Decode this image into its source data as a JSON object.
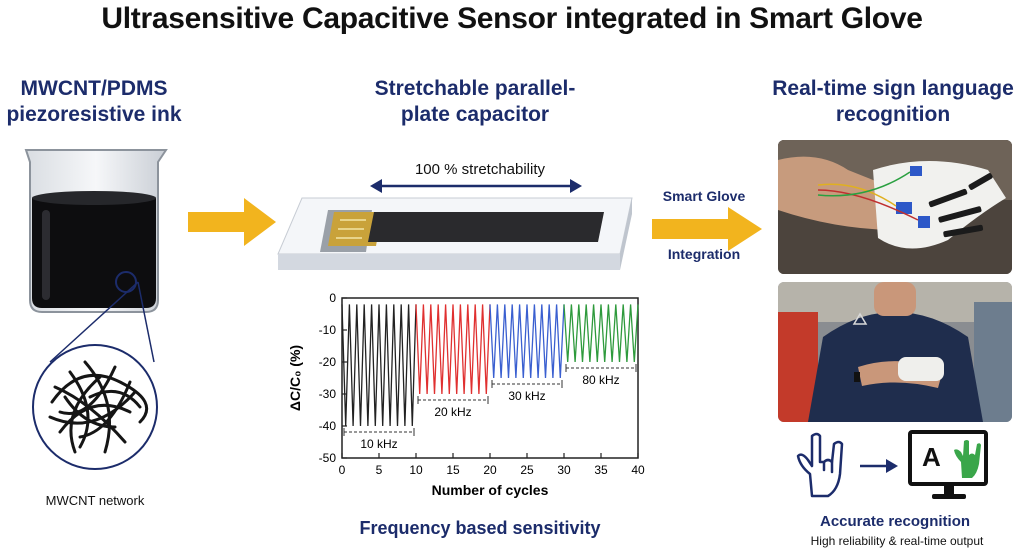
{
  "title": "Ultrasensitive Capacitive Sensor integrated in Smart Glove",
  "left_panel": {
    "heading_line1": "MWCNT/PDMS",
    "heading_line2": "piezoresistive ink",
    "network_label": "MWCNT network"
  },
  "middle_panel": {
    "heading_line1": "Stretchable parallel-",
    "heading_line2": "plate capacitor",
    "stretch_label": "100 % stretchability",
    "bottom_label": "Frequency based sensitivity"
  },
  "right_panel": {
    "heading_line1": "Real-time sign language",
    "heading_line2": "recognition",
    "arrow_label_top": "Smart Glove",
    "arrow_label_bottom": "Integration",
    "screen_letter": "A",
    "result_title": "Accurate recognition",
    "result_subtitle": "High reliability & real-time output"
  },
  "colors": {
    "navy": "#1c2c6b",
    "arrow": "#f2b41e",
    "gold_electrode": "#c9a23a"
  },
  "chart_data": {
    "type": "line",
    "xlabel": "Number of cycles",
    "ylabel": "ΔC/C₀ (%)",
    "xlim": [
      0,
      40
    ],
    "ylim": [
      -50,
      0
    ],
    "xticks": [
      0,
      5,
      10,
      15,
      20,
      25,
      30,
      35,
      40
    ],
    "yticks": [
      0,
      -10,
      -20,
      -30,
      -40,
      -50
    ],
    "series": [
      {
        "name": "10 kHz",
        "color": "#222222",
        "x_range": [
          0,
          10
        ],
        "cycles": 10,
        "max": -2,
        "min": -40
      },
      {
        "name": "20 kHz",
        "color": "#e03030",
        "x_range": [
          10,
          20
        ],
        "cycles": 10,
        "max": -2,
        "min": -30
      },
      {
        "name": "30 kHz",
        "color": "#3a5fd0",
        "x_range": [
          20,
          30
        ],
        "cycles": 10,
        "max": -2,
        "min": -25
      },
      {
        "name": "80 kHz",
        "color": "#2e9a3c",
        "x_range": [
          30,
          40
        ],
        "cycles": 10,
        "max": -2,
        "min": -20
      }
    ]
  }
}
